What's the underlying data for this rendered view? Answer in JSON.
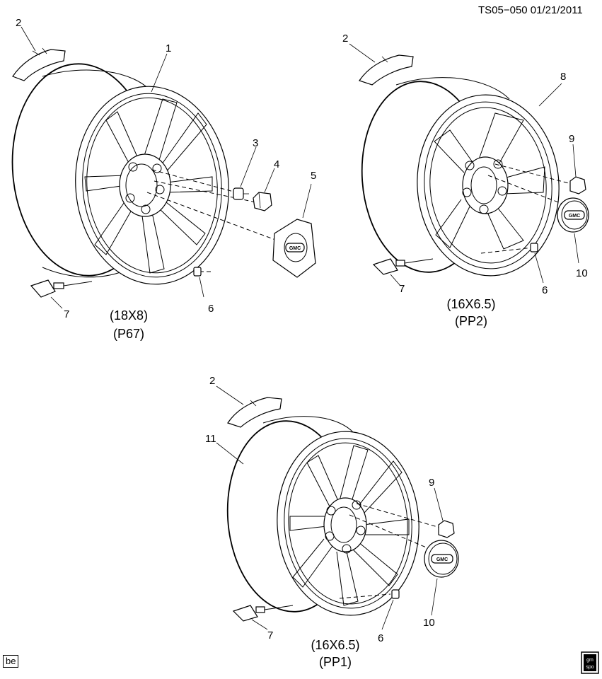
{
  "header": {
    "doc_id": "TS05−050  01/21/2011"
  },
  "wheel_top_left": {
    "size": "(18X8)",
    "option": "(P67)",
    "callouts": {
      "c2": "2",
      "c1": "1",
      "c3": "3",
      "c4": "4",
      "c5": "5",
      "c6": "6",
      "c7": "7"
    },
    "center_cap_text": "GMC"
  },
  "wheel_top_right": {
    "size": "(16X6.5)",
    "option": "(PP2)",
    "callouts": {
      "c2": "2",
      "c8": "8",
      "c9": "9",
      "c10": "10",
      "c6": "6",
      "c7": "7"
    },
    "center_cap_text": "GMC"
  },
  "wheel_bottom": {
    "size": "(16X6.5)",
    "option": "(PP1)",
    "callouts": {
      "c2": "2",
      "c11": "11",
      "c9": "9",
      "c10": "10",
      "c6": "6",
      "c7": "7"
    },
    "center_cap_text": "GMC"
  },
  "footer": {
    "left_label": "be",
    "right_logo_text": "gm spo"
  }
}
